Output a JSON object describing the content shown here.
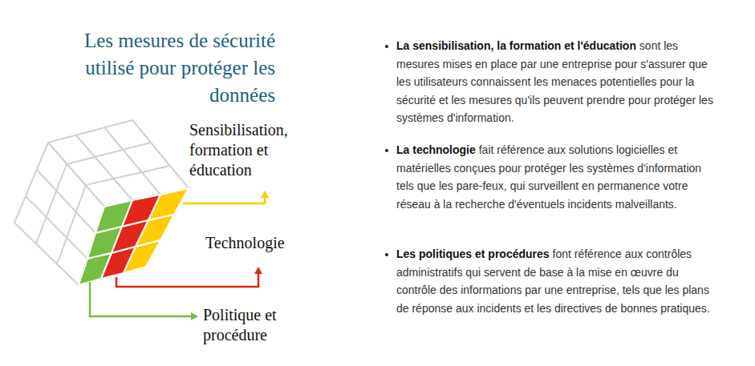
{
  "diagram": {
    "title": "Les mesures de sécurité utilisé pour protéger les données",
    "labels": [
      "Sensibilisation, formation et éducation",
      "Technologie",
      "Politique et procédure",
      "La sensibilisation, la formation et l'éducation",
      "sont les mesures mises en place par une entreprise pour s'assurer que les utilisateurs connaissent les menaces potentielles pour la sécurité et les mesures qu'ils peuvent prendre pour protéger les systèmes d'information.",
      "La technologie",
      "fait référence aux solutions logicielles et matérielles conçues pour protéger les systèmes d'information tels que les pare-feux, qui surveillent en permanence votre réseau à la recherche d'éventuels incidents malveillants.",
      "Les politiques et procédures",
      "font référence aux contrôles administratifs qui servent de base à la mise en œuvre du contrôle des informations par une entreprise, tels que les plans de réponse aux incidents et les directives de bonnes pratiques."
    ]
  }
}
